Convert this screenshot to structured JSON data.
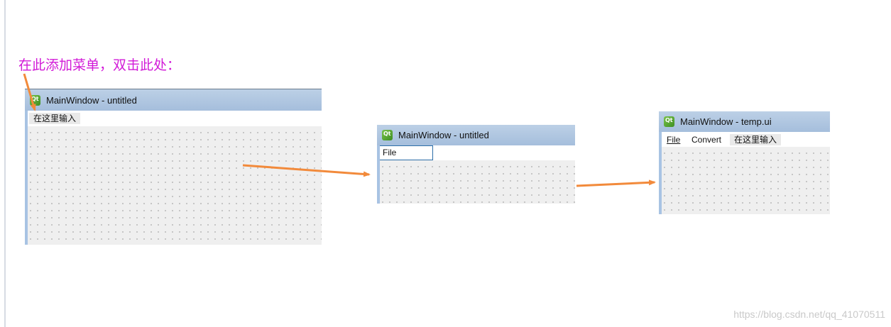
{
  "annotation": "在此添加菜单，双击此处：",
  "window1": {
    "title": "MainWindow - untitled",
    "menu_placeholder": "在这里输入"
  },
  "window2": {
    "title": "MainWindow - untitled",
    "menu_edit_value": "File"
  },
  "window3": {
    "title": "MainWindow - temp.ui",
    "menu_file": "File",
    "menu_convert": "Convert",
    "menu_placeholder": "在这里输入"
  },
  "watermark": "https://blog.csdn.net/qq_41070511",
  "colors": {
    "annotation": "#d21ad8",
    "arrow": "#f28a3b",
    "titlebar": "#a5bedc"
  }
}
